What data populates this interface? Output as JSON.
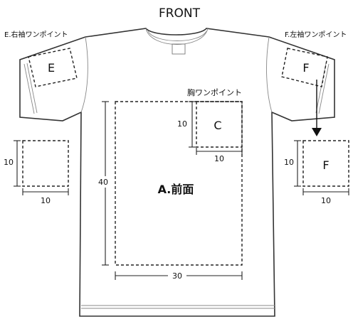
{
  "title": "FRONT",
  "labels": {
    "right_sleeve": "E.右袖ワンポイント",
    "left_sleeve": "F.左袖ワンポイント",
    "chest": "胸ワンポイント"
  },
  "areas": {
    "e": "E",
    "f": "F",
    "c": "C",
    "a": "A.前面",
    "f_detail": "F"
  },
  "dims": {
    "chest_h": "10",
    "chest_w": "10",
    "front_h": "40",
    "front_w": "30",
    "left_h": "10",
    "left_w": "10",
    "right_h": "10",
    "right_w": "10"
  }
}
